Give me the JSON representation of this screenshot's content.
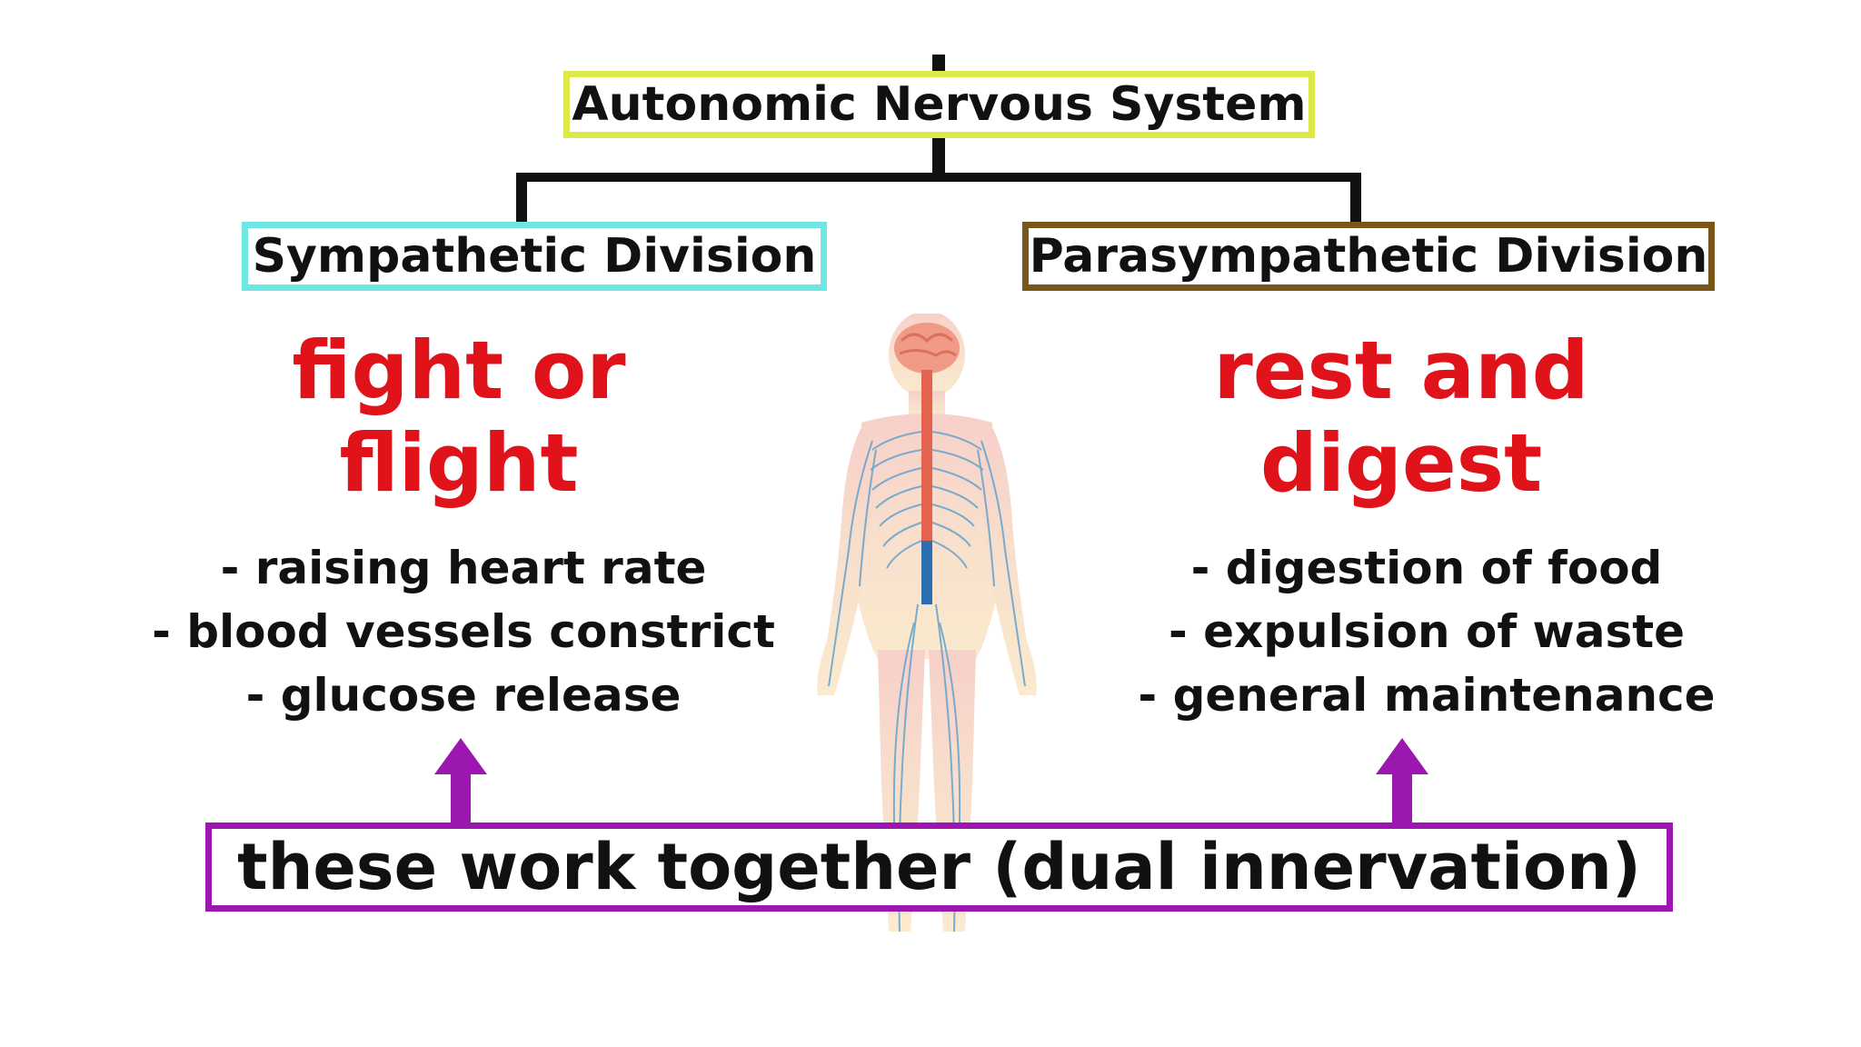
{
  "title": "Autonomic Nervous System",
  "divisions": {
    "sympathetic": {
      "label": "Sympathetic Division",
      "tagline_line1": "fight or",
      "tagline_line2": "flight",
      "effects": [
        "- raising heart rate",
        "- blood vessels constrict",
        "- glucose release"
      ]
    },
    "parasympathetic": {
      "label": "Parasympathetic Division",
      "tagline_line1": "rest and",
      "tagline_line2": "digest",
      "effects": [
        "- digestion of food",
        "- expulsion of waste",
        "- general maintenance"
      ]
    }
  },
  "summary": "these work together (dual innervation)",
  "colors": {
    "root_border": "#dde84a",
    "sympathetic_border": "#6ee6e2",
    "parasympathetic_border": "#7a561a",
    "tagline": "#e0121a",
    "summary_border": "#9c16b0",
    "arrow": "#9c16b0"
  },
  "illustration": "human-nervous-system-figure"
}
